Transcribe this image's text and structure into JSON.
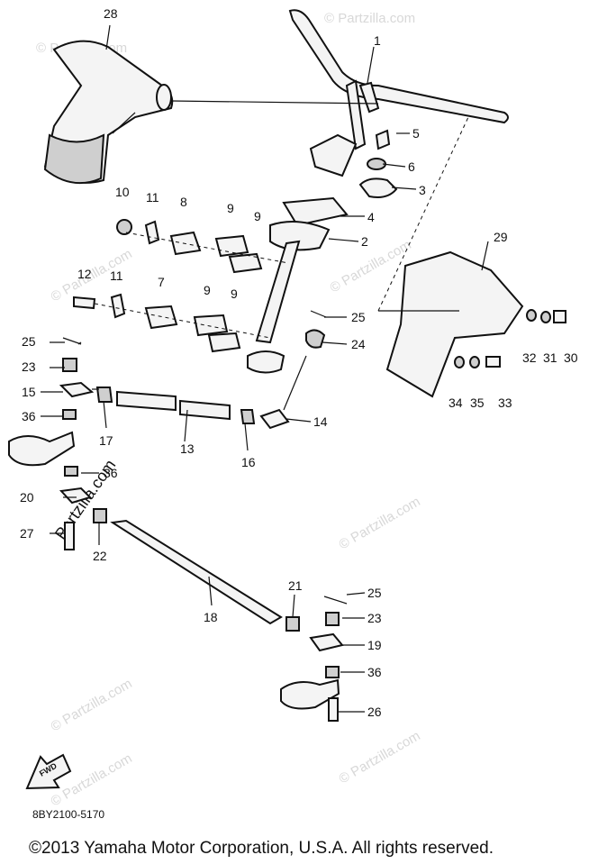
{
  "watermark": "© Partzilla.com",
  "watermark_diag": "Partzilla.com",
  "fwd_label": "FWD",
  "diagram_code": "8BY2100-5170",
  "copyright": "©2013  Yamaha Motor Corporation, U.S.A. All rights reserved.",
  "callouts": [
    "1",
    "2",
    "3",
    "4",
    "5",
    "6",
    "7",
    "8",
    "9",
    "10",
    "11",
    "12",
    "13",
    "14",
    "15",
    "16",
    "17",
    "18",
    "19",
    "20",
    "21",
    "22",
    "23",
    "24",
    "25",
    "26",
    "27",
    "28",
    "29",
    "30",
    "31",
    "32",
    "33",
    "34",
    "35",
    "36"
  ]
}
